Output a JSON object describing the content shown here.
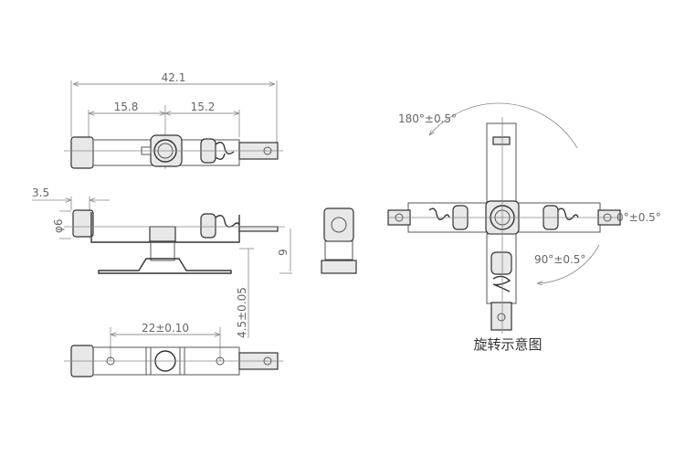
{
  "dimensions": {
    "overall_length": "42.1",
    "left_to_center": "15.8",
    "center_to_right": "15.2",
    "cap_offset": "3.5",
    "cap_diameter": "φ6",
    "height": "9",
    "base_height": "4.5±0.05",
    "hole_spacing": "22±0.10"
  },
  "rotation": {
    "angle_180": "180°±0.5°",
    "angle_0": "0°±0.5°",
    "angle_90": "90°±0.5°",
    "caption": "旋转示意图"
  }
}
